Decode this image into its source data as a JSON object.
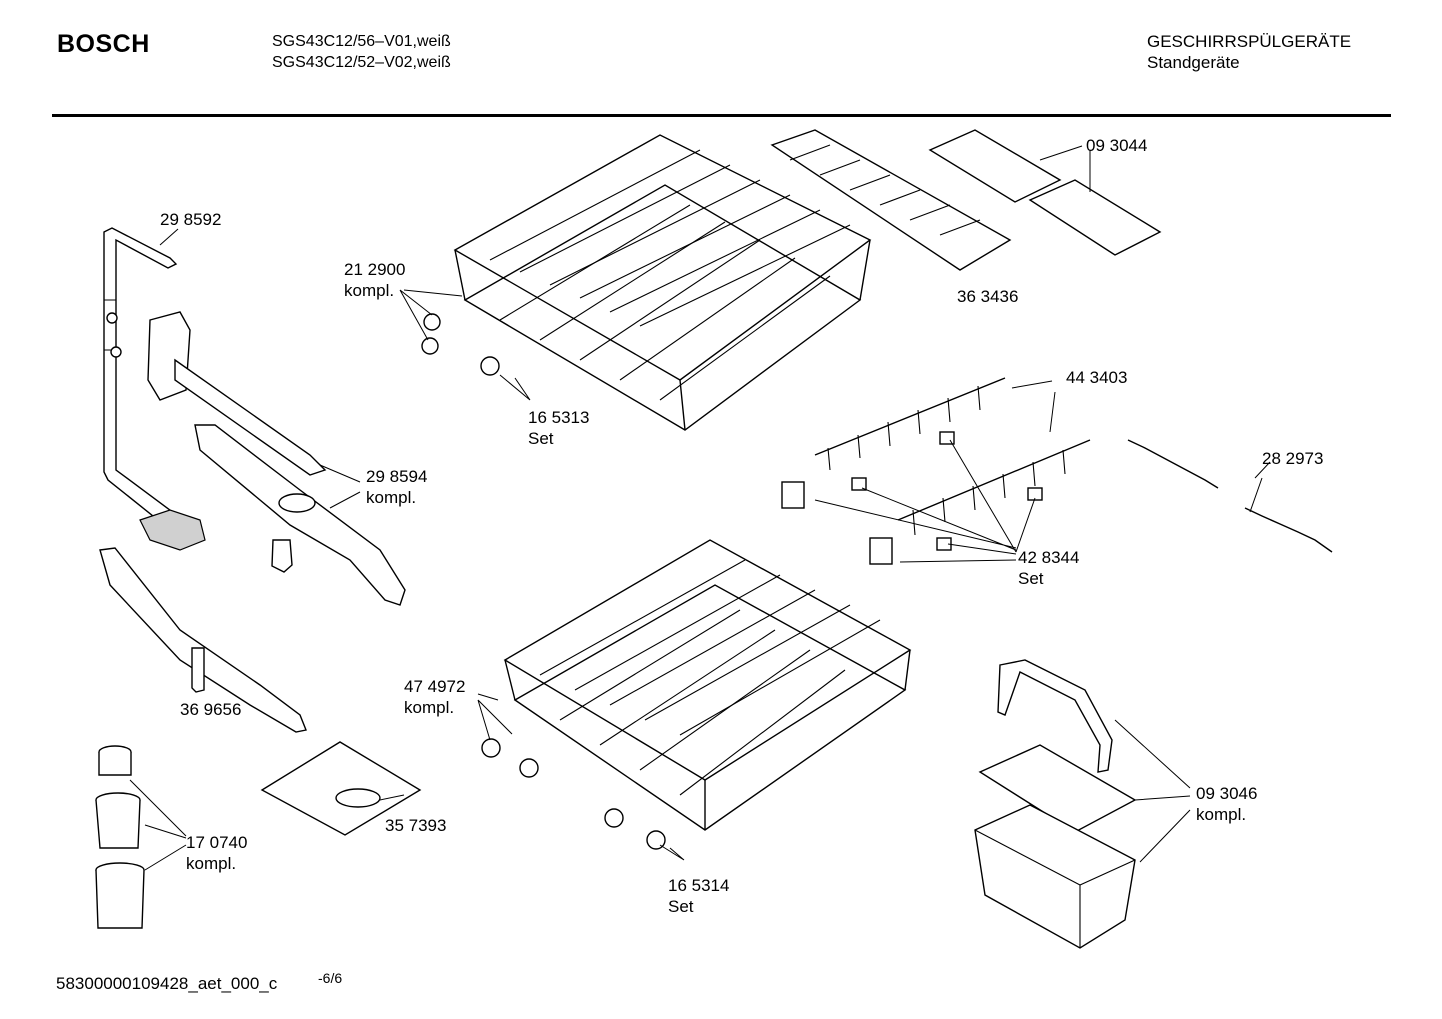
{
  "header": {
    "brand": "BOSCH",
    "model_line_1": "SGS43C12/56–V01,weiß",
    "model_line_2": "SGS43C12/52–V02,weiß",
    "category": "GESCHIRRSPÜLGERÄTE",
    "subcategory": "Standgeräte"
  },
  "parts": {
    "p298592": "29 8592",
    "p212900": "21 2900",
    "p212900_note": "kompl.",
    "p165313": "16 5313",
    "p165313_note": "Set",
    "p093044": "09 3044",
    "p363436": "36 3436",
    "p443403": "44 3403",
    "p298594": "29 8594",
    "p298594_note": "kompl.",
    "p282973": "28 2973",
    "p428344": "42 8344",
    "p428344_note": "Set",
    "p369656": "36 9656",
    "p474972": "47 4972",
    "p474972_note": "kompl.",
    "p357393": "35 7393",
    "p170740": "17 0740",
    "p170740_note": "kompl.",
    "p165314": "16 5314",
    "p165314_note": "Set",
    "p093046": "09 3046",
    "p093046_note": "kompl."
  },
  "footer": {
    "doc_id": "58300000109428_aet_000_c",
    "page": "-6/6"
  }
}
